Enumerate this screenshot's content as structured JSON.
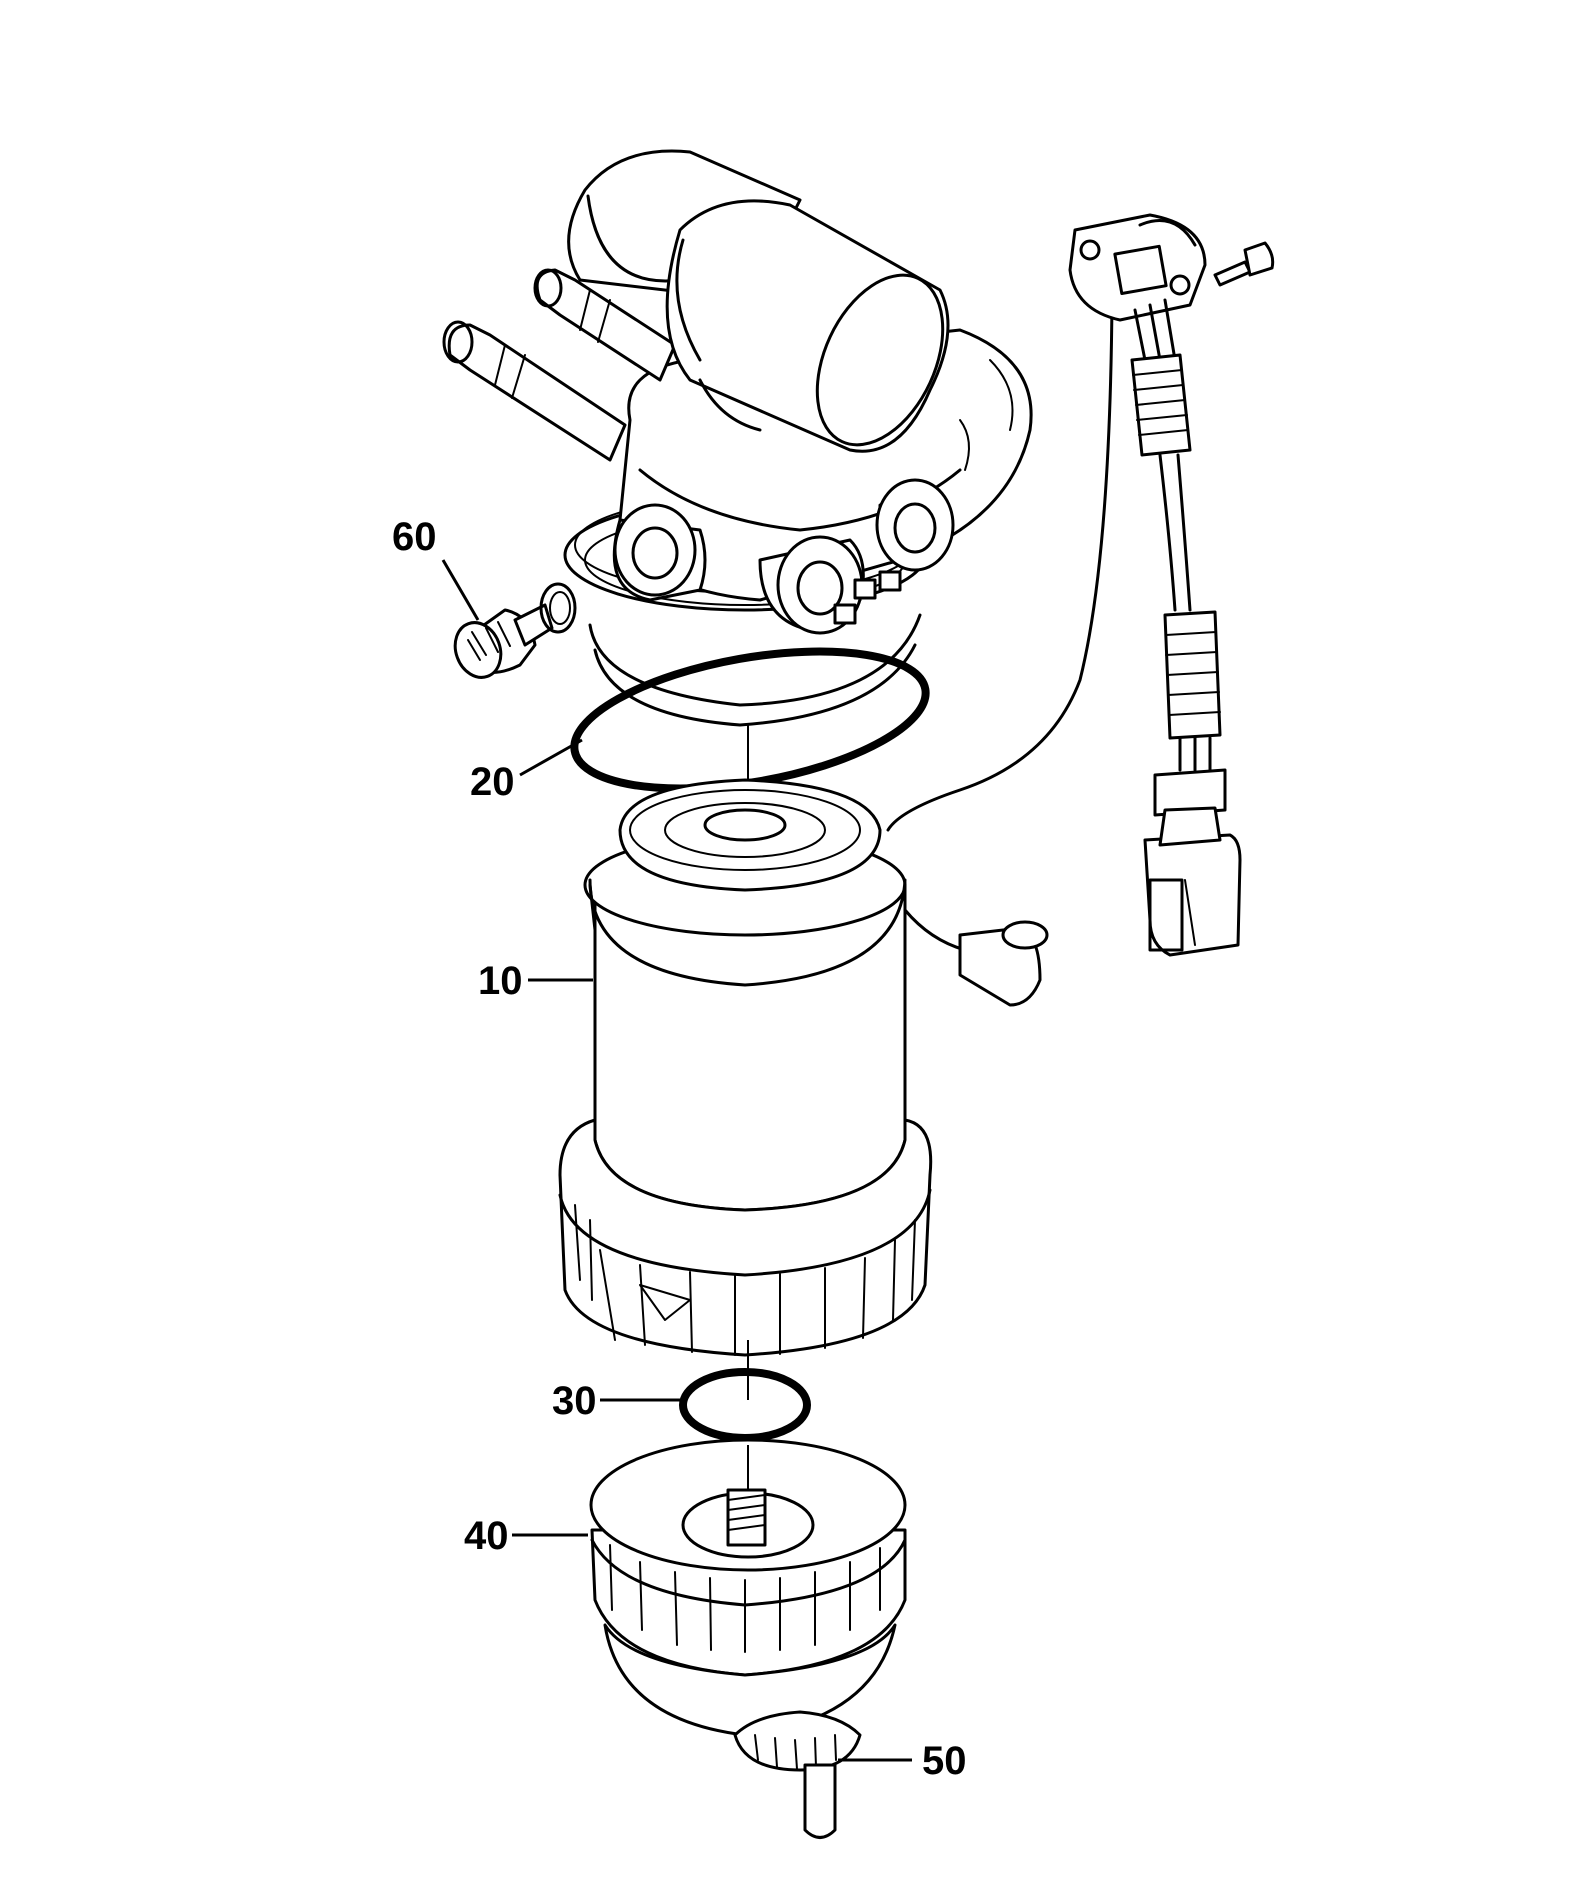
{
  "callouts": [
    {
      "id": "c60",
      "text": "60"
    },
    {
      "id": "c20",
      "text": "20"
    },
    {
      "id": "c10",
      "text": "10"
    },
    {
      "id": "c30",
      "text": "30"
    },
    {
      "id": "c40",
      "text": "40"
    },
    {
      "id": "c50",
      "text": "50"
    }
  ],
  "colors": {
    "line": "#000000",
    "background": "#ffffff"
  }
}
